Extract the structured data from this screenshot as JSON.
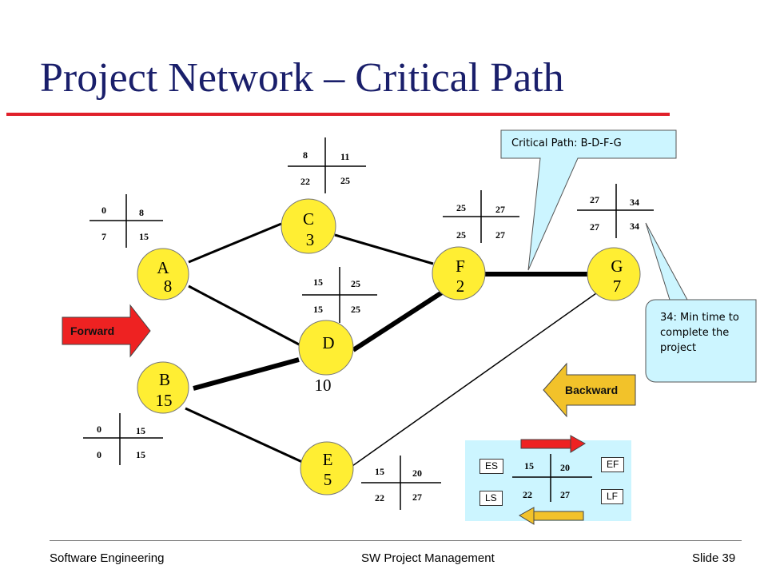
{
  "slide": {
    "title": "Project Network – Critical Path",
    "footer_left": "Software Engineering",
    "footer_center": "SW Project Management",
    "footer_right": "Slide 39"
  },
  "colors": {
    "node_fill": "#ffee33",
    "callout_fill": "#ccf5ff",
    "forward_arrow": "#ee2222",
    "backward_arrow": "#f2c22a",
    "title": "#1a1f6b",
    "title_rule": "#e0202a"
  },
  "nodes": [
    {
      "id": "A",
      "letter": "A",
      "duration": "8"
    },
    {
      "id": "B",
      "letter": "B",
      "duration": "15"
    },
    {
      "id": "C",
      "letter": "C",
      "duration": "3"
    },
    {
      "id": "D",
      "letter": "D",
      "duration": "10"
    },
    {
      "id": "E",
      "letter": "E",
      "duration": "5"
    },
    {
      "id": "F",
      "letter": "F",
      "duration": "2"
    },
    {
      "id": "G",
      "letter": "G",
      "duration": "7"
    }
  ],
  "edges": [
    {
      "from": "A",
      "to": "C",
      "critical": false
    },
    {
      "from": "A",
      "to": "D",
      "critical": false
    },
    {
      "from": "C",
      "to": "F",
      "critical": false
    },
    {
      "from": "B",
      "to": "D",
      "critical": true
    },
    {
      "from": "D",
      "to": "F",
      "critical": true
    },
    {
      "from": "F",
      "to": "G",
      "critical": true
    },
    {
      "from": "B",
      "to": "E",
      "critical": false
    },
    {
      "from": "E",
      "to": "G",
      "critical": false
    }
  ],
  "times": {
    "A": {
      "es": "0",
      "ef": "8",
      "ls": "7",
      "lf": "15"
    },
    "B": {
      "es": "0",
      "ef": "15",
      "ls": "0",
      "lf": "15"
    },
    "C": {
      "es": "8",
      "ef": "11",
      "ls": "22",
      "lf": "25"
    },
    "D": {
      "es": "15",
      "ef": "25",
      "ls": "15",
      "lf": "25"
    },
    "E": {
      "es": "15",
      "ef": "20",
      "ls": "22",
      "lf": "27"
    },
    "F": {
      "es": "25",
      "ef": "27",
      "ls": "25",
      "lf": "27"
    },
    "G": {
      "es": "27",
      "ef": "34",
      "ls": "27",
      "lf": "34"
    }
  },
  "callouts": {
    "critical_path": "Critical Path: B-D-F-G",
    "min_time": "34: Min time to complete the project"
  },
  "arrows": {
    "forward": "Forward",
    "backward": "Backward"
  },
  "legend": {
    "es": "ES",
    "ef": "EF",
    "ls": "LS",
    "lf": "LF",
    "v_es": "15",
    "v_ef": "20",
    "v_ls": "22",
    "v_lf": "27"
  }
}
